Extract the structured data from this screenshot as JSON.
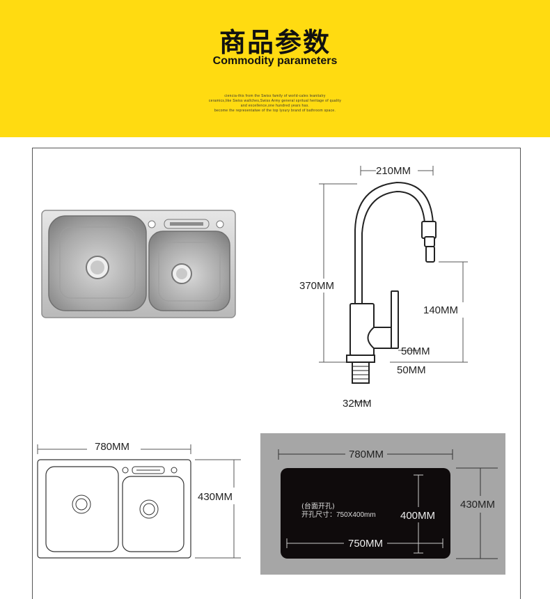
{
  "header": {
    "title_cn": "商品参数",
    "title_en": "Commodity parameters",
    "tagline_1": "ciencia-this from the Swiss family of world-cales leanitalry",
    "tagline_2": "ceramics,like Swiss wallches,Swiss Army general spritual heritage of quality",
    "tagline_3": "and excellence,one hundred years has.",
    "tagline_4": "become the representatwe of the top lyxury brand of bathroom space.",
    "background_color": "#ffdb11"
  },
  "faucet": {
    "width_label": "210MM",
    "height_label": "370MM",
    "spout_label": "140MM",
    "handle_label": "50MM",
    "base_label": "50MM",
    "pipe_label": "32MM"
  },
  "top_view": {
    "length_label": "780MM",
    "depth_label": "430MM"
  },
  "cutout": {
    "outer_length_label": "780MM",
    "outer_depth_label": "430MM",
    "hole_depth_label": "400MM",
    "hole_length_label": "750MM",
    "note_line_1": "(台面开孔)",
    "note_line_2_label": "开孔尺寸：",
    "note_line_2_size": "750X400mm",
    "box_color": "#a6a6a6",
    "hole_color": "#0f0b0c"
  }
}
